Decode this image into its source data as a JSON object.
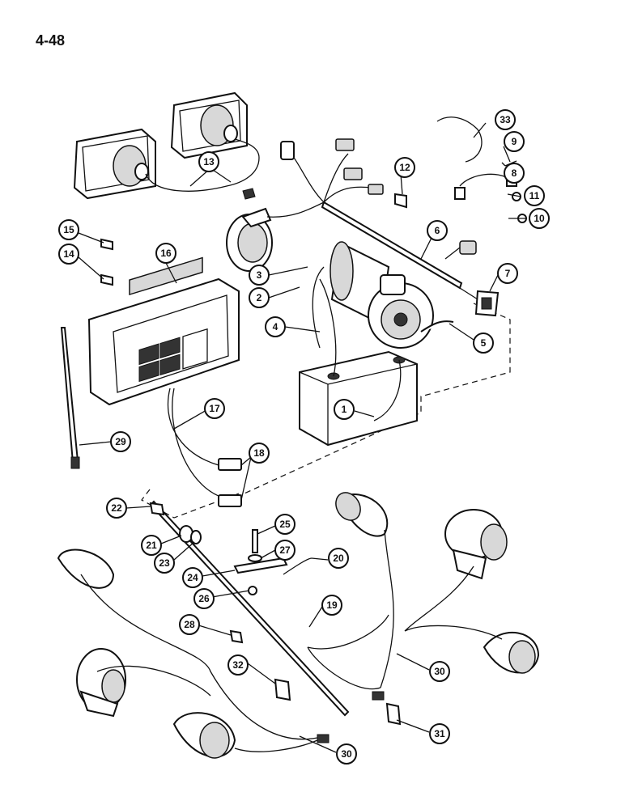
{
  "page_number": "4-48",
  "colors": {
    "ink": "#111111",
    "paper": "#ffffff",
    "shade": "#d8d8d8"
  },
  "callouts": [
    {
      "id": "c1",
      "label": "1"
    },
    {
      "id": "c2",
      "label": "2"
    },
    {
      "id": "c3",
      "label": "3"
    },
    {
      "id": "c4",
      "label": "4"
    },
    {
      "id": "c5",
      "label": "5"
    },
    {
      "id": "c6",
      "label": "6"
    },
    {
      "id": "c7",
      "label": "7"
    },
    {
      "id": "c8",
      "label": "8"
    },
    {
      "id": "c9",
      "label": "9"
    },
    {
      "id": "c10",
      "label": "10"
    },
    {
      "id": "c11",
      "label": "11"
    },
    {
      "id": "c12",
      "label": "12"
    },
    {
      "id": "c13",
      "label": "13"
    },
    {
      "id": "c14",
      "label": "14"
    },
    {
      "id": "c15",
      "label": "15"
    },
    {
      "id": "c16",
      "label": "16"
    },
    {
      "id": "c17",
      "label": "17"
    },
    {
      "id": "c18",
      "label": "18"
    },
    {
      "id": "c19",
      "label": "19"
    },
    {
      "id": "c20",
      "label": "20"
    },
    {
      "id": "c21",
      "label": "21"
    },
    {
      "id": "c22",
      "label": "22"
    },
    {
      "id": "c23",
      "label": "23"
    },
    {
      "id": "c24",
      "label": "24"
    },
    {
      "id": "c25",
      "label": "25"
    },
    {
      "id": "c26",
      "label": "26"
    },
    {
      "id": "c27",
      "label": "27"
    },
    {
      "id": "c28",
      "label": "28"
    },
    {
      "id": "c29",
      "label": "29"
    },
    {
      "id": "c30a",
      "label": "30"
    },
    {
      "id": "c30b",
      "label": "30"
    },
    {
      "id": "c31",
      "label": "31"
    },
    {
      "id": "c32",
      "label": "32"
    },
    {
      "id": "c33",
      "label": "33"
    }
  ]
}
